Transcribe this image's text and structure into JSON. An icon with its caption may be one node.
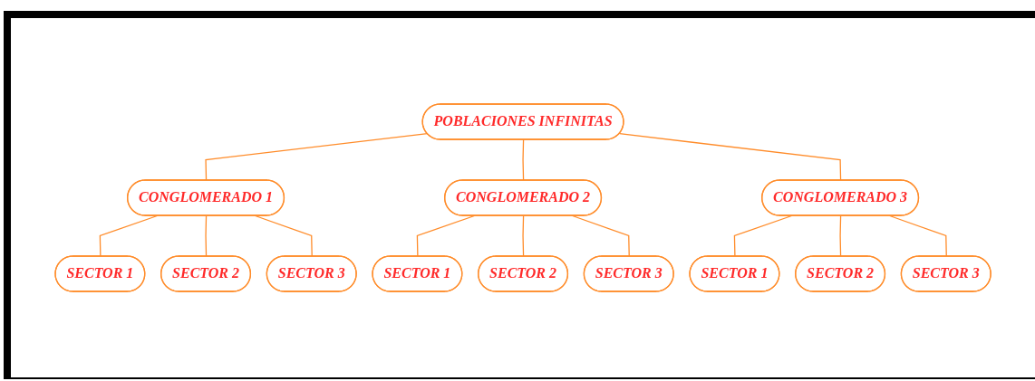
{
  "diagram": {
    "nodes": [
      {
        "text": [
          "POBLACIONES INFINITAS"
        ]
      },
      {
        "text": [
          "CONGLOMERADO 1"
        ]
      },
      {
        "text": [
          "CONGLOMERADO 2"
        ]
      },
      {
        "text": [
          "CONGLOMERADO 3"
        ]
      },
      {
        "text": [
          "SECTOR 1"
        ]
      },
      {
        "text": [
          "SECTOR 2"
        ]
      },
      {
        "text": [
          "SECTOR 3"
        ]
      },
      {
        "text": [
          "SECTOR 1"
        ]
      },
      {
        "text": [
          "SECTOR 2"
        ]
      },
      {
        "text": [
          "SECTOR 3"
        ]
      },
      {
        "text": [
          "SECTOR 1"
        ]
      },
      {
        "text": [
          "SECTOR 2"
        ]
      },
      {
        "text": [
          "SECTOR 3"
        ]
      }
    ],
    "edges": [
      {
        "from": 0,
        "to": 1,
        "arrow": "none"
      },
      {
        "from": 0,
        "to": 2,
        "arrow": "none"
      },
      {
        "from": 0,
        "to": 3,
        "arrow": "none"
      },
      {
        "from": 1,
        "to": 4,
        "arrow": "none"
      },
      {
        "from": 1,
        "to": 5,
        "arrow": "none"
      },
      {
        "from": 1,
        "to": 6,
        "arrow": "none"
      },
      {
        "from": 2,
        "to": 7,
        "arrow": "none"
      },
      {
        "from": 2,
        "to": 8,
        "arrow": "none"
      },
      {
        "from": 2,
        "to": 9,
        "arrow": "none"
      },
      {
        "from": 3,
        "to": 10,
        "arrow": "none"
      },
      {
        "from": 3,
        "to": 11,
        "arrow": "none"
      },
      {
        "from": 3,
        "to": 12,
        "arrow": "none"
      }
    ]
  }
}
